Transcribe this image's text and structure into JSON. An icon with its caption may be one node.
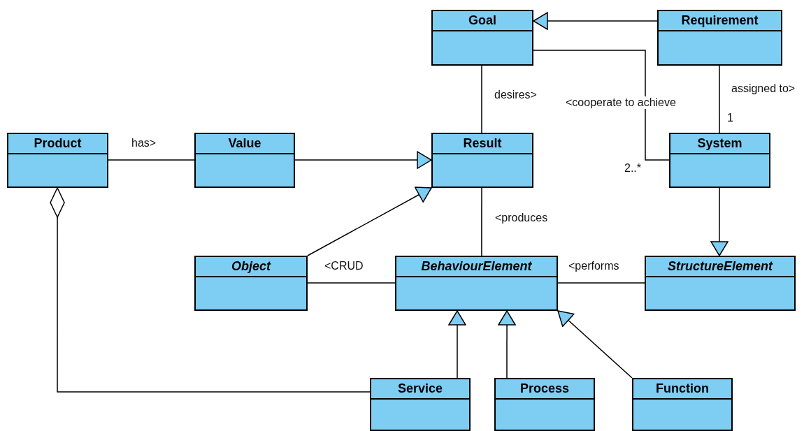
{
  "diagram": {
    "nodes": [
      {
        "text": [
          "Goal"
        ]
      },
      {
        "text": [
          "Requirement"
        ]
      },
      {
        "text": [
          "Product"
        ]
      },
      {
        "text": [
          "Value"
        ]
      },
      {
        "text": [
          "Result"
        ]
      },
      {
        "text": [
          "System"
        ]
      },
      {
        "text": [
          "Object"
        ]
      },
      {
        "text": [
          "BehaviourElement"
        ]
      },
      {
        "text": [
          "StructureElement"
        ]
      },
      {
        "text": [
          "Service"
        ]
      },
      {
        "text": [
          "Process"
        ]
      },
      {
        "text": [
          "Function"
        ]
      }
    ],
    "edges": [
      {
        "from": 1,
        "to": 0,
        "arrow": "to"
      },
      {
        "from": 0,
        "to": 5,
        "arrow": "none",
        "label": "<cooperate to achieve"
      },
      {
        "from": 0,
        "to": 4,
        "arrow": "none",
        "label": "desires>"
      },
      {
        "from": 1,
        "to": 5,
        "arrow": "none",
        "label": "assigned to>"
      },
      {
        "from": 2,
        "to": 3,
        "arrow": "none",
        "label": "has>"
      },
      {
        "from": 3,
        "to": 4,
        "arrow": "to"
      },
      {
        "from": 6,
        "to": 4,
        "arrow": "to"
      },
      {
        "from": 4,
        "to": 7,
        "arrow": "none",
        "label": "<produces"
      },
      {
        "from": 5,
        "to": 8,
        "arrow": "to"
      },
      {
        "from": 6,
        "to": 7,
        "arrow": "none",
        "label": "<CRUD"
      },
      {
        "from": 8,
        "to": 7,
        "arrow": "none",
        "label": "<performs"
      },
      {
        "from": 2,
        "to": 9,
        "arrow": "other"
      },
      {
        "from": 9,
        "to": 7,
        "arrow": "to"
      },
      {
        "from": 10,
        "to": 7,
        "arrow": "to"
      },
      {
        "from": 11,
        "to": 7,
        "arrow": "to"
      }
    ],
    "labels": [
      "1",
      "2..*"
    ]
  }
}
